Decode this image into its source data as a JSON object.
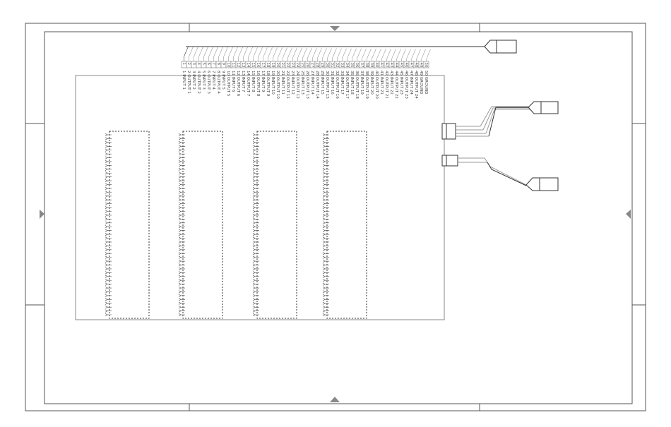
{
  "document": {
    "type": "wiring-schematic-sheet"
  },
  "header_connector": {
    "pins": [
      {
        "num": "1",
        "label": "1 INPUT 1"
      },
      {
        "num": "2",
        "label": "2 OUTPUT 1"
      },
      {
        "num": "3",
        "label": "3 INPUT 2"
      },
      {
        "num": "4",
        "label": "4 OUTPUT 2"
      },
      {
        "num": "5",
        "label": "5 INPUT 3"
      },
      {
        "num": "6",
        "label": "6 OUTPUT 3"
      },
      {
        "num": "7",
        "label": "7 INPUT 4"
      },
      {
        "num": "8",
        "label": "8 OUTPUT 4"
      },
      {
        "num": "9",
        "label": "9 INPUT 5"
      },
      {
        "num": "10",
        "label": "10 OUTPUT 5"
      },
      {
        "num": "11",
        "label": "11 INPUT 6"
      },
      {
        "num": "12",
        "label": "12 OUTPUT 6"
      },
      {
        "num": "13",
        "label": "13 INPUT 7"
      },
      {
        "num": "14",
        "label": "14 OUTPUT 7"
      },
      {
        "num": "15",
        "label": "15 INPUT 8"
      },
      {
        "num": "16",
        "label": "16 OUTPUT 8"
      },
      {
        "num": "17",
        "label": "17 INPUT 9"
      },
      {
        "num": "18",
        "label": "18 OUTPUT 9"
      },
      {
        "num": "19",
        "label": "19 INPUT 10"
      },
      {
        "num": "20",
        "label": "20 OUTPUT 10"
      },
      {
        "num": "21",
        "label": "21 INPUT 11"
      },
      {
        "num": "22",
        "label": "22 OUTPUT 11"
      },
      {
        "num": "23",
        "label": "23 INPUT 12"
      },
      {
        "num": "24",
        "label": "24 OUTPUT 12"
      },
      {
        "num": "25",
        "label": "25 INPUT 13"
      },
      {
        "num": "26",
        "label": "26 OUTPUT 13"
      },
      {
        "num": "27",
        "label": "27 INPUT 14"
      },
      {
        "num": "28",
        "label": "28 OUTPUT 14"
      },
      {
        "num": "29",
        "label": "29 INPUT 15"
      },
      {
        "num": "30",
        "label": "30 OUTPUT 15"
      },
      {
        "num": "31",
        "label": "31 INPUT 16"
      },
      {
        "num": "32",
        "label": "32 OUTPUT 16"
      },
      {
        "num": "33",
        "label": "33 INPUT 17"
      },
      {
        "num": "34",
        "label": "34 OUTPUT 17"
      },
      {
        "num": "35",
        "label": "35 INPUT 18"
      },
      {
        "num": "36",
        "label": "36 OUTPUT 18"
      },
      {
        "num": "37",
        "label": "37 INPUT 19"
      },
      {
        "num": "38",
        "label": "38 OUTPUT 19"
      },
      {
        "num": "39",
        "label": "39 INPUT 20"
      },
      {
        "num": "40",
        "label": "40 OUTPUT 20"
      },
      {
        "num": "41",
        "label": "41 INPUT 21"
      },
      {
        "num": "42",
        "label": "42 OUTPUT 21"
      },
      {
        "num": "43",
        "label": "43 INPUT 22"
      },
      {
        "num": "44",
        "label": "44 OUTPUT 22"
      },
      {
        "num": "45",
        "label": "45 INPUT 23"
      },
      {
        "num": "46",
        "label": "46 OUTPUT 23"
      },
      {
        "num": "47",
        "label": "47 INPUT 24"
      },
      {
        "num": "48",
        "label": "48 OUTPUT 24"
      },
      {
        "num": "49",
        "label": "49 GROUND"
      },
      {
        "num": "50",
        "label": "50 GROUND"
      }
    ]
  },
  "terminal_blocks": [
    {
      "name": "terminal-block-1",
      "pin_count": 48
    },
    {
      "name": "terminal-block-2",
      "pin_count": 48
    },
    {
      "name": "terminal-block-3",
      "pin_count": 48
    },
    {
      "name": "terminal-block-4",
      "pin_count": 48
    }
  ],
  "colors": {
    "line": "#333333",
    "frame": "#555555",
    "panel_border": "#888888",
    "grey_wire": "#9a9a9a",
    "pin_cell": "#777777"
  }
}
